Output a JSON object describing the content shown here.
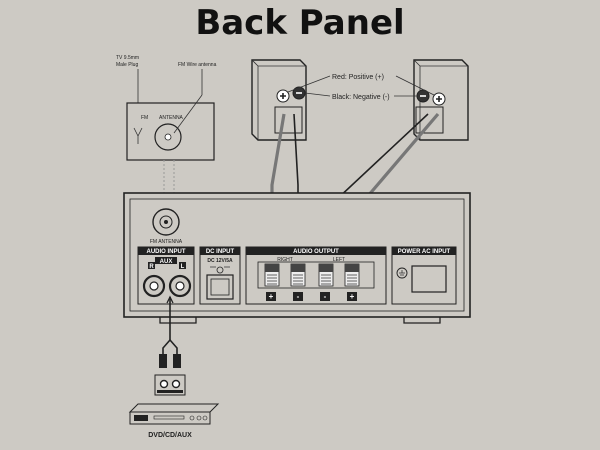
{
  "title": "Back Panel",
  "antenna_callout": {
    "tv_plug": [
      "TV 9.5mm",
      "Male Plug"
    ],
    "fm_wire": "FM Wire antenna",
    "box_label_fm": "FM",
    "box_label_antenna": "ANTENNA"
  },
  "speaker_legend": {
    "red": "Red: Positive (+)",
    "black": "Black: Negative (-)"
  },
  "panel": {
    "fm_antenna_label": "FM ANTENNA",
    "audio_input": {
      "header": "AUDIO INPUT",
      "aux": "AUX",
      "r": "R",
      "l": "L"
    },
    "dc_input": {
      "header": "DC INPUT",
      "rating": "DC 12V/5A"
    },
    "audio_output": {
      "header": "AUDIO OUTPUT",
      "right": "RIGHT",
      "left": "LEFT",
      "polarity": [
        "+",
        "-",
        "-",
        "+"
      ]
    },
    "power_ac_input": {
      "header": "POWER AC INPUT"
    }
  },
  "source_device": {
    "label": "DVD/CD/AUX"
  }
}
